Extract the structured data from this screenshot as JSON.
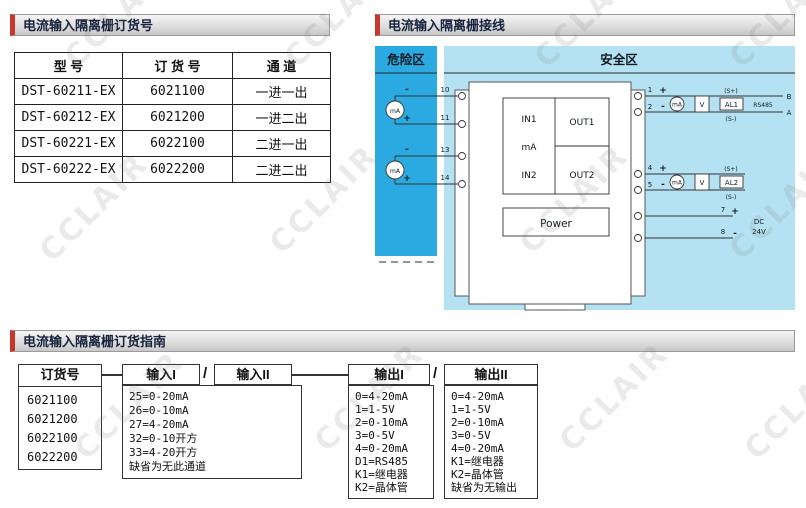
{
  "watermark": "CCLAIR",
  "order_section": {
    "title": "电流输入隔离栅订货号",
    "table": {
      "headers": [
        "型  号",
        "订 货 号",
        "通  道"
      ],
      "rows": [
        [
          "DST-60211-EX",
          "6021100",
          "一进一出"
        ],
        [
          "DST-60212-EX",
          "6021200",
          "一进二出"
        ],
        [
          "DST-60221-EX",
          "6022100",
          "二进一出"
        ],
        [
          "DST-60222-EX",
          "6022200",
          "二进二出"
        ]
      ]
    }
  },
  "wiring_section": {
    "title": "电流输入隔离栅接线",
    "hazard_zone": "危险区",
    "safe_zone": "安全区",
    "module": {
      "in1": "IN1",
      "ma": "mA",
      "in2": "IN2",
      "out1": "OUT1",
      "out2": "OUT2",
      "power": "Power"
    },
    "inputs": [
      {
        "source": "mA",
        "terminal_top": "10",
        "terminal_bottom": "11",
        "sign_top": "-",
        "sign_bottom": "+"
      },
      {
        "source": "mA",
        "terminal_top": "13",
        "terminal_bottom": "14",
        "sign_top": "-",
        "sign_bottom": "+"
      }
    ],
    "outputs": [
      {
        "terminal_top": "1",
        "terminal_bottom": "2",
        "sign_top": "+",
        "sign_bottom": "-",
        "load_ma": "mA",
        "load_v": "V",
        "s_plus": "(S+)",
        "alarm": "AL1",
        "s_minus": "(S-)",
        "rs485": "RS485",
        "rs485_b": "B",
        "rs485_a": "A"
      },
      {
        "terminal_top": "4",
        "terminal_bottom": "5",
        "sign_top": "+",
        "sign_bottom": "-",
        "load_ma": "mA",
        "load_v": "V",
        "s_plus": "(S+)",
        "alarm": "AL2",
        "s_minus": "(S-)"
      }
    ],
    "power_supply": {
      "terminal_plus": "7",
      "sign_plus": "+",
      "terminal_minus": "8",
      "sign_minus": "-",
      "label_line1": "DC",
      "label_line2": "24V"
    }
  },
  "guide_section": {
    "title": "电流输入隔离栅订货指南",
    "separator": "/",
    "order_no": {
      "header": "订货号",
      "values": [
        "6021100",
        "6021200",
        "6022100",
        "6022200"
      ]
    },
    "input1": {
      "header": "输入I"
    },
    "input2": {
      "header": "输入II"
    },
    "input_options": [
      "25=0-20mA",
      "26=0-10mA",
      "27=4-20mA",
      "32=0-10开方",
      "33=4-20开方",
      "缺省为无此通道"
    ],
    "output1": {
      "header": "输出I",
      "options": [
        "0=4-20mA",
        "1=1-5V",
        "2=0-10mA",
        "3=0-5V",
        "4=0-20mA",
        "D1=RS485",
        "K1=继电器",
        "K2=晶体管"
      ]
    },
    "output2": {
      "header": "输出II",
      "options": [
        "0=4-20mA",
        "1=1-5V",
        "2=0-10mA",
        "3=0-5V",
        "4=0-20mA",
        "K1=继电器",
        "K2=晶体管",
        "缺省为无输出"
      ]
    }
  },
  "colors": {
    "hazard_blue": "#2baae2",
    "safe_cyan": "#b5e2f2",
    "accent_red": "#c9372c"
  }
}
